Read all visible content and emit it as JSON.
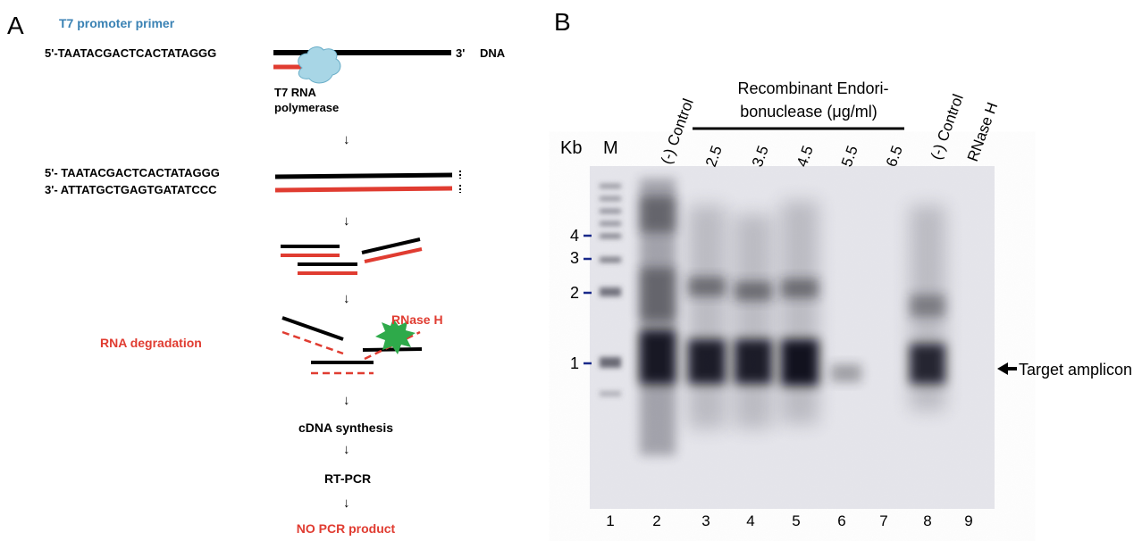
{
  "panel_a": {
    "letter": "A",
    "primer_title": "T7 promoter  primer",
    "seq_top": "5'-TAATACGACTCACTATAGGG",
    "end_3": "3'",
    "dna": "DNA",
    "polymerase_line1": "T7 RNA",
    "polymerase_line2": "polymerase",
    "seq_5": "5'- TAATACGACTCACTATAGGG",
    "seq_3": "3'- ATTATGCTGAGTGATATCCC",
    "arrow": "↓",
    "rna_degradation": "RNA degradation",
    "rnase_h": "RNase  H",
    "cdna_synthesis": "cDNA  synthesis",
    "rt_pcr": "RT-PCR",
    "no_pcr_product": "NO PCR product",
    "colors": {
      "blue": "#3a82b4",
      "red": "#e03c31",
      "black": "#000000",
      "green": "#2eaa4a",
      "poly": "#a8d6e6"
    }
  },
  "panel_b": {
    "letter": "B",
    "kb": "Kb",
    "m": "M",
    "control_label": "(-) Control",
    "recombinant_line1": "Recombinant Endori-",
    "recombinant_line2": "bonuclease (μg/ml)",
    "concentrations": [
      "2.5",
      "3.5",
      "4.5",
      "5.5",
      "6.5"
    ],
    "control_label_2": "(-) Control",
    "rnase_h_label": "RNase H",
    "size_markers": [
      "4",
      "3",
      "2",
      "1"
    ],
    "target": "Target amplicon",
    "lanes": [
      "1",
      "2",
      "3",
      "4",
      "5",
      "6",
      "7",
      "8",
      "9"
    ]
  }
}
